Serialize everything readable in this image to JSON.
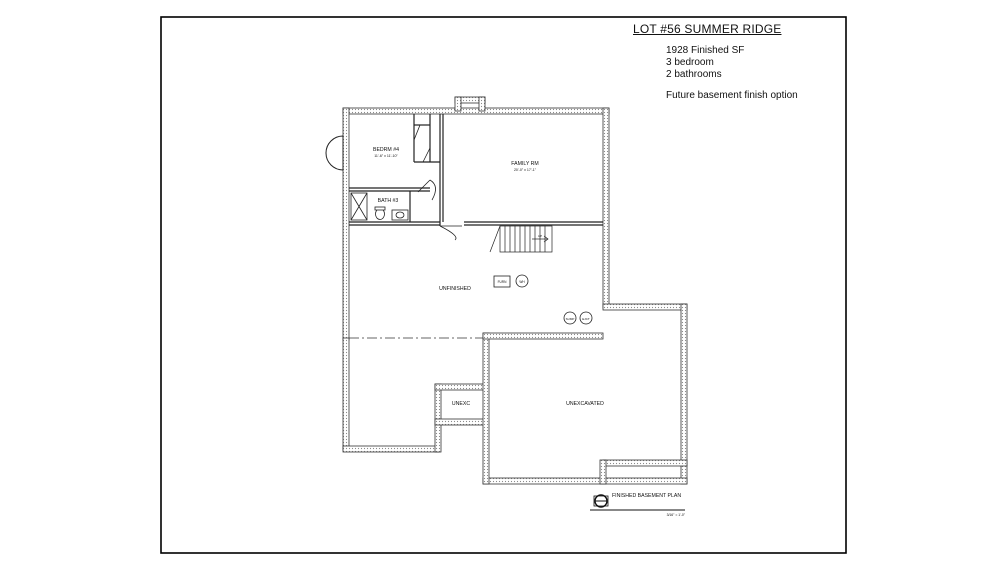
{
  "title": "LOT #56 SUMMER RIDGE",
  "specs": {
    "finished_sf": "1928 Finished SF",
    "bedrooms": "3 bedroom",
    "bathrooms": "2 bathrooms",
    "note": "Future basement finish option"
  },
  "rooms": {
    "bedroom": {
      "label": "BEDRM #4",
      "dims": "11'-6\" x 11'-10\""
    },
    "bath": {
      "label": "BATH #3"
    },
    "family": {
      "label": "FAMILY RM",
      "dims": "20'-0\" x 17'-1\""
    },
    "unfinished": {
      "label": "UNFINISHED"
    },
    "unexc_small": {
      "label": "UNEXC"
    },
    "unexcavated": {
      "label": "UNEXCAVATED"
    }
  },
  "equipment": {
    "furnace": "FURN",
    "water_heater": "WH",
    "round1": "SUMP",
    "round2": "EJCT",
    "stair": "UP"
  },
  "plan_label": {
    "title": "FINISHED BASEMENT PLAN",
    "scale": "3/16\" = 1'-0\""
  }
}
